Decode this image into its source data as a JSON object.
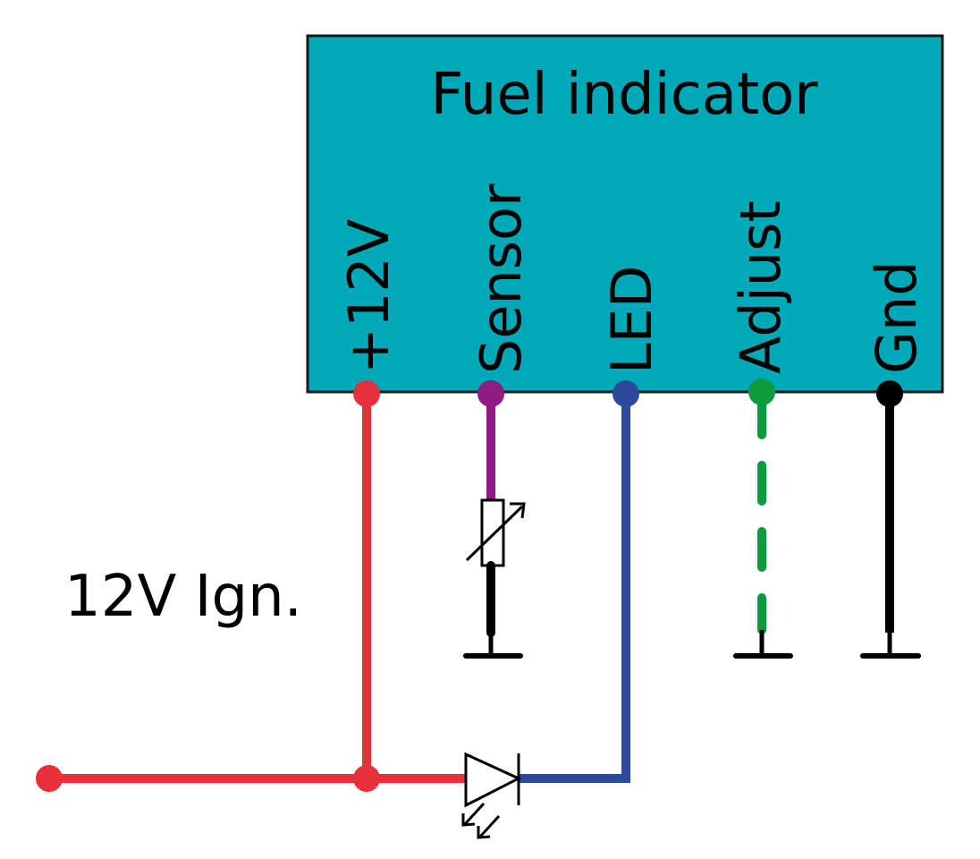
{
  "module": {
    "title": "Fuel indicator",
    "fill_color": "#00A9B8"
  },
  "pins": [
    {
      "label": "+12V",
      "color": "#E8303A"
    },
    {
      "label": "Sensor",
      "color": "#8E1C82"
    },
    {
      "label": "LED",
      "color": "#2B4A9C"
    },
    {
      "label": "Adjust",
      "color": "#0E9B3E"
    },
    {
      "label": "Gnd",
      "color": "#000000"
    }
  ],
  "supply": {
    "label": "12V Ign.",
    "color": "#E8303A"
  },
  "components": {
    "sensor": "variable-resistor",
    "led": "light-emitting-diode",
    "grounds": 3
  }
}
